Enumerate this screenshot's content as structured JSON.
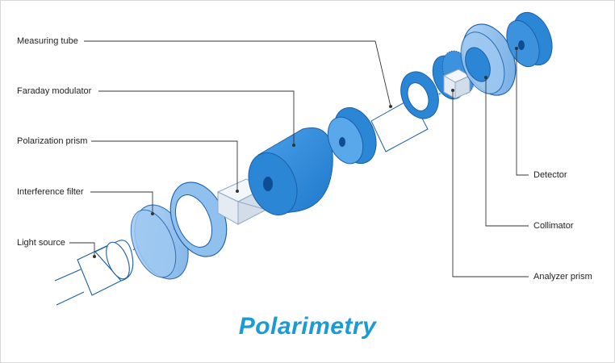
{
  "title": "Polarimetry",
  "labels": {
    "measuring_tube": "Measuring tube",
    "faraday_modulator": "Faraday modulator",
    "polarization_prism": "Polarization prism",
    "interference_filter": "Interference filter",
    "light_source": "Light source",
    "detector": "Detector",
    "collimator": "Collimator",
    "analyzer_prism": "Analyzer prism"
  },
  "colors": {
    "title": "#1a9bd7",
    "component_blue": "#2b86d6",
    "component_light": "#8fc0ee",
    "outline": "#1b5fa8",
    "leader_line": "#333333",
    "beam": "#1e6fc4"
  }
}
